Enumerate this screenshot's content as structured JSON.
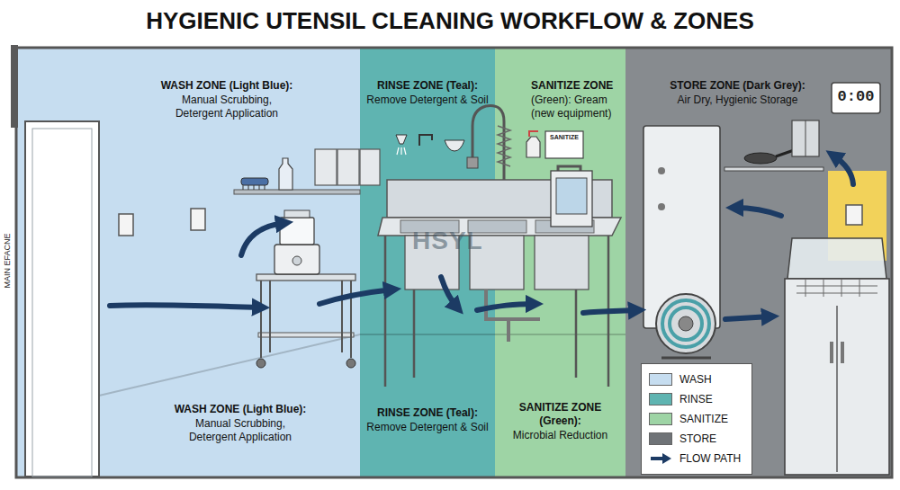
{
  "diagram": {
    "title": "HYGIENIC UTENSIL CLEANING WORKFLOW & ZONES",
    "nodes": [
      {
        "text": [
          "WASH ZONE (Light Blue):",
          "Manual Scrubbing, Detergent Application",
          "WASH ZONE (Light Blue):",
          "Manual Scrubbing, Detergent Application"
        ]
      },
      {
        "text": [
          "RINSE ZONE (Teal):",
          "Remove Detergent & Soil",
          "RINSE ZONE (Teal):",
          "Remove Detergent & Soil"
        ]
      },
      {
        "text": [
          "SANITIZE ZONE",
          "(Green): Gream (new equipment)",
          "SANITIZE ZONE (Green):",
          "Microbial Reduction"
        ]
      },
      {
        "text": [
          "STORE ZONE (Dark Grey):",
          "Air Dry, Hygienic Storage"
        ]
      }
    ],
    "labels": [
      "MAIN EFACNE",
      "HSYL",
      "SANITIZE",
      "0:00"
    ],
    "legend": [
      {
        "text": "WASH",
        "color": "#c6ddf0"
      },
      {
        "text": "RINSE",
        "color": "#5fb4b1"
      },
      {
        "text": "SANITIZE",
        "color": "#9ed4a5"
      },
      {
        "text": "STORE",
        "color": "#6f7377"
      },
      {
        "text": "FLOW PATH"
      }
    ]
  }
}
